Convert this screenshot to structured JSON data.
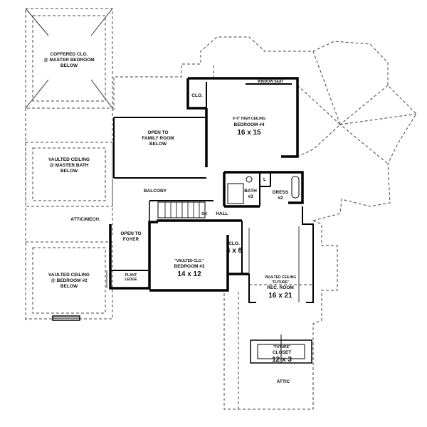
{
  "plan": {
    "coffered": [
      "COFFERED CLG.",
      "@ MASTER BEDROOM",
      "BELOW"
    ],
    "vaulted_mbath": [
      "VAULTED CEILING",
      "@ MASTER BATH",
      "BELOW"
    ],
    "attic_mech": "ATTIC/MECH.",
    "vaulted_bed2": [
      "VAULTED CEILING",
      "@ BEDROOM #2",
      "BELOW"
    ],
    "open_family": [
      "OPEN TO",
      "FAMILY ROOM",
      "BELOW"
    ],
    "clo_small": "CLO.",
    "window_seat": "WINDOW SEAT",
    "bedroom4": {
      "ceiling": "9'-0\" HIGH CEILING",
      "name": "BEDROOM #4",
      "size": "16 x 15"
    },
    "balcony": "BALCONY",
    "bath3": [
      "BATH",
      "#3"
    ],
    "dress2": [
      "DRESS",
      "#2"
    ],
    "linen": "L",
    "hall": "HALL",
    "stair_dn": "DN",
    "open_foyer": [
      "OPEN TO",
      "FOYER"
    ],
    "plant_ledge": [
      "PLANT",
      "LEDGE"
    ],
    "bedroom3": {
      "ceiling": "\"VAULTED CLG.\"",
      "name": "BEDROOM #3",
      "size": "14 x 12"
    },
    "clo_48": [
      "CLO.",
      "4 x 8"
    ],
    "rec_room": {
      "ceiling": "VAULTED CEILING",
      "tag": "\"FUTURE\"",
      "name": "REC. ROOM",
      "size": "16 x 21"
    },
    "closet": {
      "tag": "\"FUTURE\"",
      "name": "CLOSET",
      "size": "12 x 3"
    },
    "attic": "ATTIC"
  }
}
